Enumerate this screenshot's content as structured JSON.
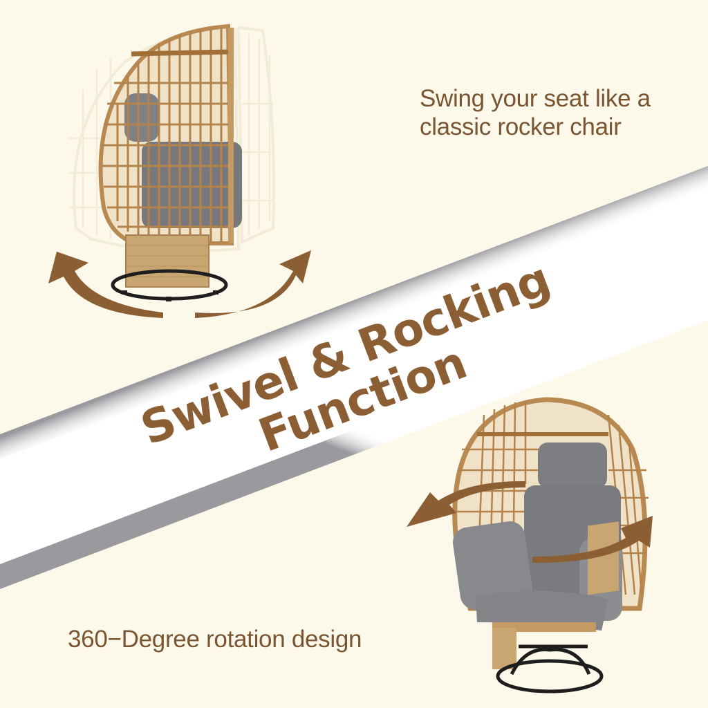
{
  "headline": {
    "line1": "Swivel & Rocking",
    "line2": "Function"
  },
  "captions": {
    "rocking": "Swing your seat like a classic rocker chair",
    "rocking_line1": "Swing your seat like a",
    "rocking_line2": "classic rocker chair",
    "swivel": "360−Degree rotation design"
  },
  "images": {
    "top_left": "egg-chair-side-view-rocking",
    "bottom_right": "egg-chair-front-view-swivel"
  },
  "colors": {
    "background": "#fcf9eb",
    "banner": "#ffffff",
    "accent_brown": "#8b5e34",
    "caption_brown": "#7a5532",
    "wicker": "#c49a62",
    "cushion": "#7d7d7f"
  }
}
